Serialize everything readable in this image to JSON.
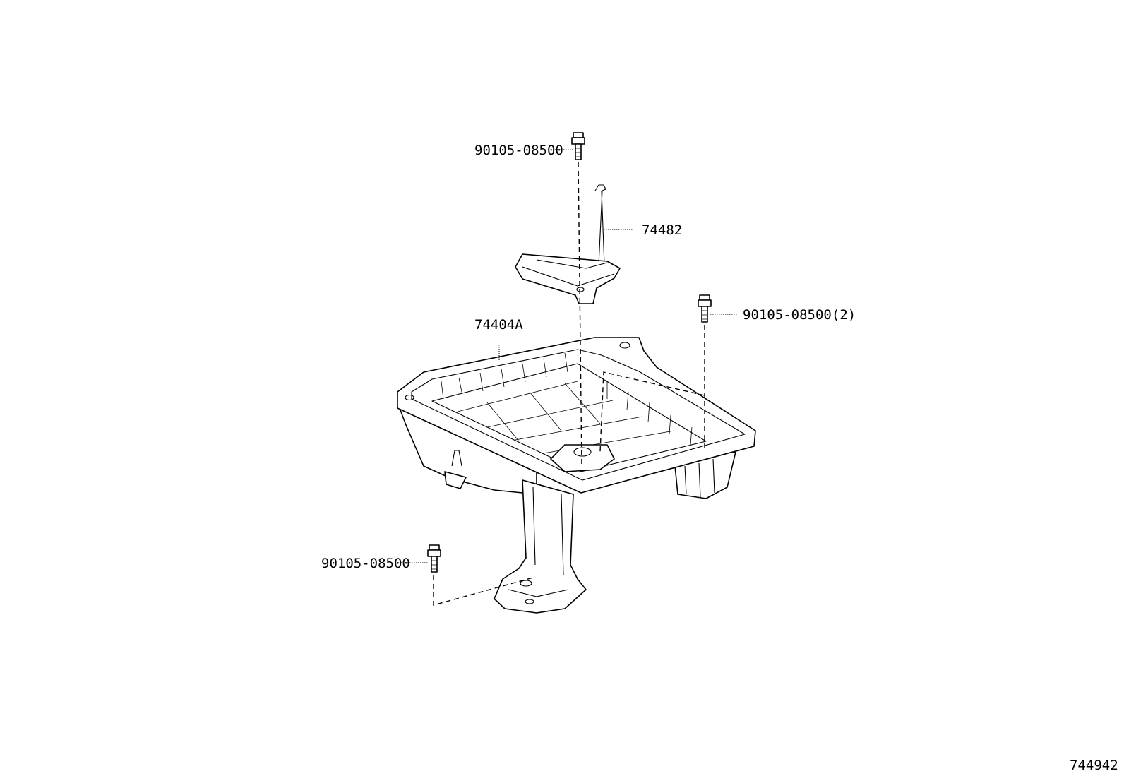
{
  "labels": {
    "bolt_top": "90105-08500",
    "clamp_rod": "74482",
    "tray": "74404A",
    "bolt_right": "90105-08500(2)",
    "bolt_bottom": "90105-08500"
  },
  "figure_number": "744942",
  "colors": {
    "line": "#000000",
    "background": "#ffffff"
  }
}
